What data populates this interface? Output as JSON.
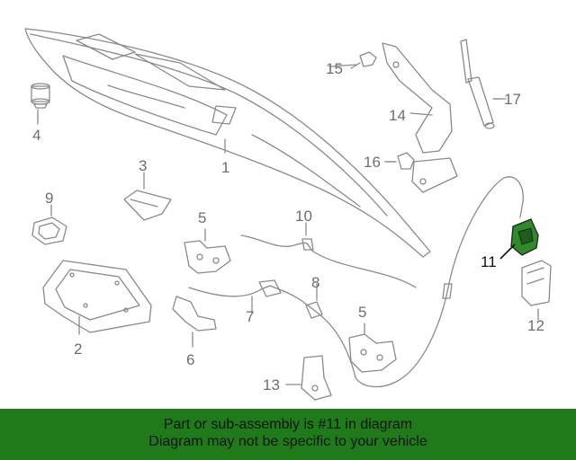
{
  "colors": {
    "banner_bg": "#1f7a1a",
    "banner_text": "#111111",
    "line": "#8a8a8a",
    "highlight_fill": "#2f8a2a"
  },
  "diagram": {
    "callouts": [
      {
        "id": "1",
        "label": "1"
      },
      {
        "id": "2",
        "label": "2"
      },
      {
        "id": "3",
        "label": "3"
      },
      {
        "id": "4",
        "label": "4"
      },
      {
        "id": "5a",
        "label": "5"
      },
      {
        "id": "5b",
        "label": "5"
      },
      {
        "id": "6",
        "label": "6"
      },
      {
        "id": "7",
        "label": "7"
      },
      {
        "id": "8",
        "label": "8"
      },
      {
        "id": "9",
        "label": "9"
      },
      {
        "id": "10",
        "label": "10"
      },
      {
        "id": "11",
        "label": "11"
      },
      {
        "id": "12",
        "label": "12"
      },
      {
        "id": "13",
        "label": "13"
      },
      {
        "id": "14",
        "label": "14"
      },
      {
        "id": "15",
        "label": "15"
      },
      {
        "id": "16",
        "label": "16"
      },
      {
        "id": "17",
        "label": "17"
      }
    ],
    "highlighted_part": "11"
  },
  "banner": {
    "line1": "Part or sub-assembly is #11 in diagram",
    "line2": "Diagram may not be specific to your vehicle"
  }
}
